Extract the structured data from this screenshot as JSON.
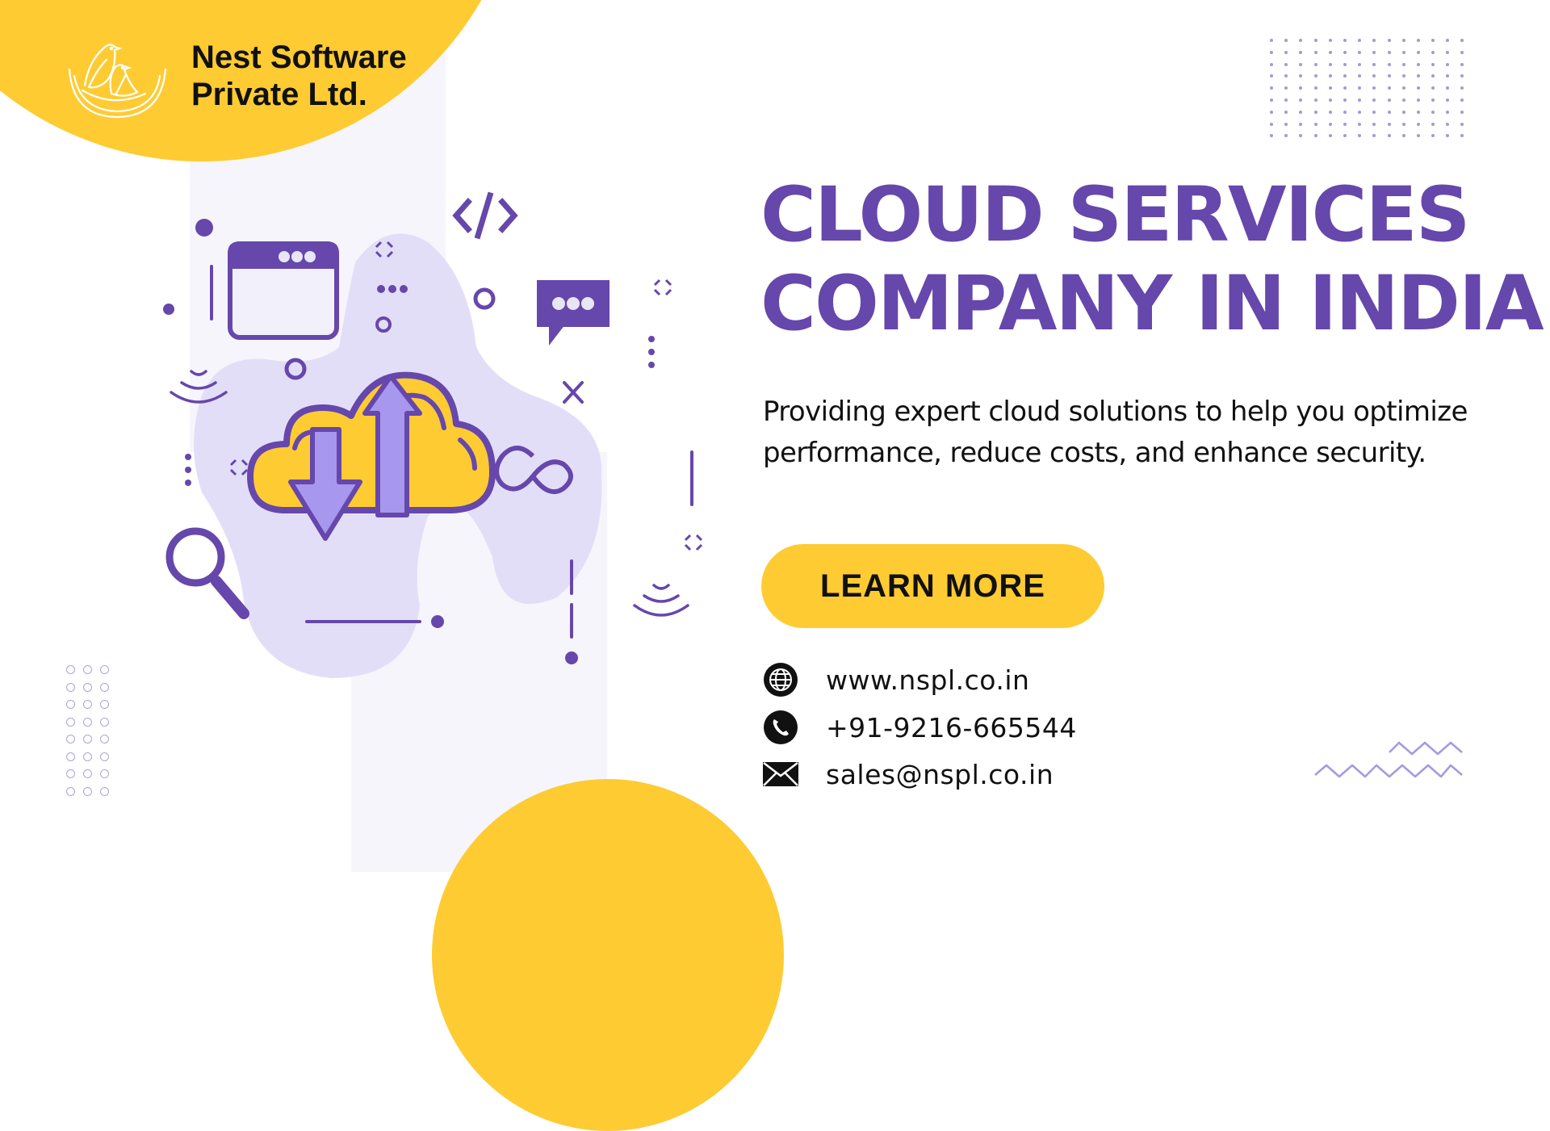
{
  "brand": {
    "name_line1": "Nest Software",
    "name_line2": "Private Ltd.",
    "logo_icon": "birds-nest-logo"
  },
  "hero": {
    "title_line1": "CLOUD SERVICES",
    "title_line2": "COMPANY IN INDIA",
    "subtitle_line1": "Providing expert cloud solutions to help you optimize",
    "subtitle_line2": "performance, reduce costs, and enhance security.",
    "cta_label": "LEARN MORE"
  },
  "contacts": [
    {
      "icon": "globe-icon",
      "text": "www.nspl.co.in"
    },
    {
      "icon": "phone-icon",
      "text": "+91-9216-665544"
    },
    {
      "icon": "mail-icon",
      "text": "sales@nspl.co.in"
    }
  ],
  "illustration": {
    "subject": "cloud-upload-download",
    "elements": [
      "browser-window-icon",
      "code-brackets-icon",
      "chat-bubble-icon",
      "magnifier-icon",
      "infinity-icon",
      "close-x-icon",
      "wifi-signal-icon"
    ]
  },
  "colors": {
    "primary_purple": "#6647ab",
    "accent_yellow": "#fecb33",
    "light_lavender": "#e3def8",
    "panel_bg": "#f6f5fc",
    "text_dark": "#111111"
  }
}
